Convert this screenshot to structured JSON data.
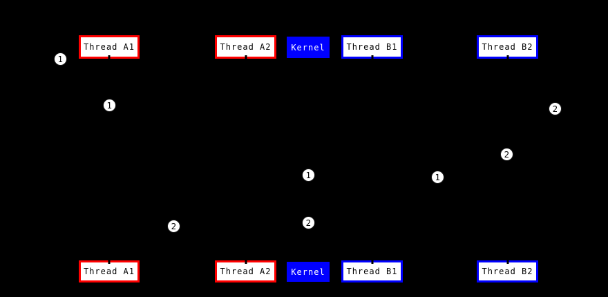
{
  "colors": {
    "background": "#000000",
    "thread_a_border": "#ff0000",
    "thread_b_border": "#0000ff",
    "box_fill": "#ffffff",
    "box_text": "#000000",
    "kernel_fill": "#0000ff",
    "kernel_text": "#ffffff",
    "marker_fill": "#ffffff",
    "marker_text": "#000000"
  },
  "entities": [
    {
      "label": "Thread A1",
      "style": "red"
    },
    {
      "label": "Thread A2",
      "style": "red"
    },
    {
      "label": "Kernel",
      "style": "kernel"
    },
    {
      "label": "Thread B1",
      "style": "blue"
    },
    {
      "label": "Thread B2",
      "style": "blue"
    }
  ],
  "markers": [
    {
      "value": "1"
    },
    {
      "value": "1"
    },
    {
      "value": "2"
    },
    {
      "value": "2"
    },
    {
      "value": "1"
    },
    {
      "value": "1"
    },
    {
      "value": "2"
    },
    {
      "value": "2"
    }
  ]
}
